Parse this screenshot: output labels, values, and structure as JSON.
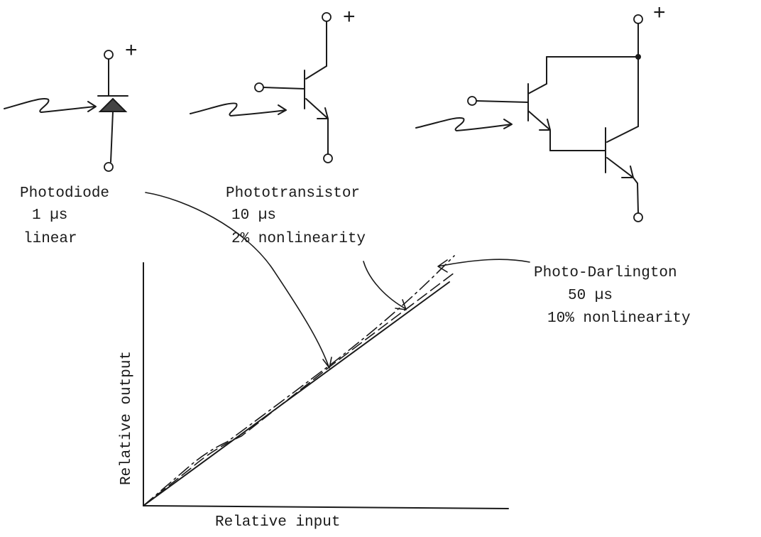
{
  "components": {
    "photodiode": {
      "name": "Photodiode",
      "speed": "1 µs",
      "linearity": "linear",
      "polarity": "+"
    },
    "phototransistor": {
      "name": "Phototransistor",
      "speed": "10 µs",
      "linearity": "2% nonlinearity",
      "polarity": "+"
    },
    "photodarlington": {
      "name": "Photo-Darlington",
      "speed": "50 µs",
      "linearity": "10% nonlinearity",
      "polarity": "+"
    }
  },
  "graph": {
    "xlabel": "Relative input",
    "ylabel": "Relative output"
  }
}
